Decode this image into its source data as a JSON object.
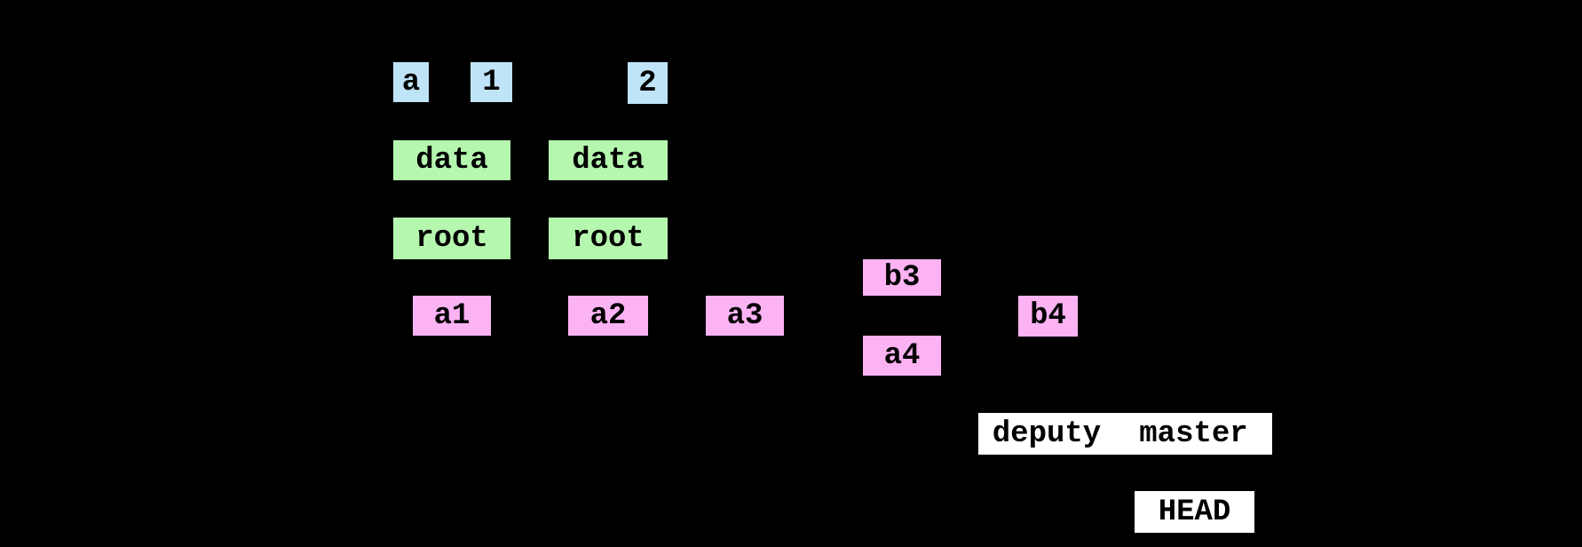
{
  "colors": {
    "background": "#000000",
    "blob": "#bfe4f8",
    "tree": "#b6f7b0",
    "commit": "#fcb3f3",
    "ref": "#ffffff",
    "text": "#000000"
  },
  "nodes": {
    "blob_a": {
      "label": "a",
      "type": "blob"
    },
    "blob_1": {
      "label": "1",
      "type": "blob"
    },
    "blob_2": {
      "label": "2",
      "type": "blob"
    },
    "tree_data_1": {
      "label": "data",
      "type": "tree"
    },
    "tree_data_2": {
      "label": "data",
      "type": "tree"
    },
    "tree_root_1": {
      "label": "root",
      "type": "tree"
    },
    "tree_root_2": {
      "label": "root",
      "type": "tree"
    },
    "commit_a1": {
      "label": "a1",
      "type": "commit"
    },
    "commit_a2": {
      "label": "a2",
      "type": "commit"
    },
    "commit_a3": {
      "label": "a3",
      "type": "commit"
    },
    "commit_b3": {
      "label": "b3",
      "type": "commit"
    },
    "commit_a4": {
      "label": "a4",
      "type": "commit"
    },
    "commit_b4": {
      "label": "b4",
      "type": "commit"
    },
    "ref_deputy": {
      "label": "deputy",
      "type": "ref"
    },
    "ref_master": {
      "label": "master",
      "type": "ref"
    },
    "ref_head": {
      "label": "HEAD",
      "type": "ref"
    }
  }
}
